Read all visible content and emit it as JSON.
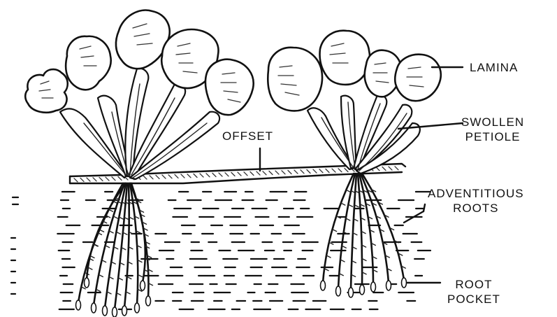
{
  "diagram": {
    "labels": {
      "offset": "OFFSET",
      "lamina": "LAMINA",
      "swollen_petiole_line1": "SWOLLEN",
      "swollen_petiole_line2": "PETIOLE",
      "adventitious_roots_line1": "ADVENTITIOUS",
      "adventitious_roots_line2": "ROOTS",
      "root_pocket_line1": "ROOT",
      "root_pocket_line2": "POCKET"
    }
  }
}
